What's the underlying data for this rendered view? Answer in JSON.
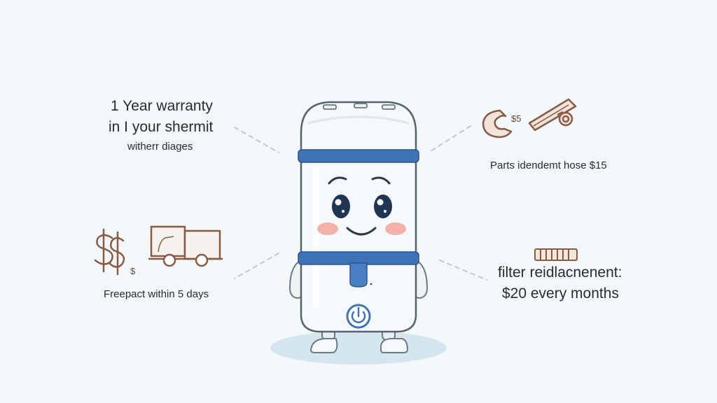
{
  "warranty": {
    "line1": "1 Year warranty",
    "line2": "in I your shermit",
    "line3": "witherr diages"
  },
  "parts": {
    "price_label": "$5",
    "text": "Parts idendemt hose $15"
  },
  "shipping": {
    "text": "Freepact within 5 days"
  },
  "filter": {
    "line1": "filter reidlacnenent:",
    "line2": "$20 every months"
  },
  "colors": {
    "background": "#f3f8fa",
    "accent_blue": "#3f73b8",
    "icon_brown": "#8a5a44",
    "cheek_pink": "#f4a7a0"
  }
}
